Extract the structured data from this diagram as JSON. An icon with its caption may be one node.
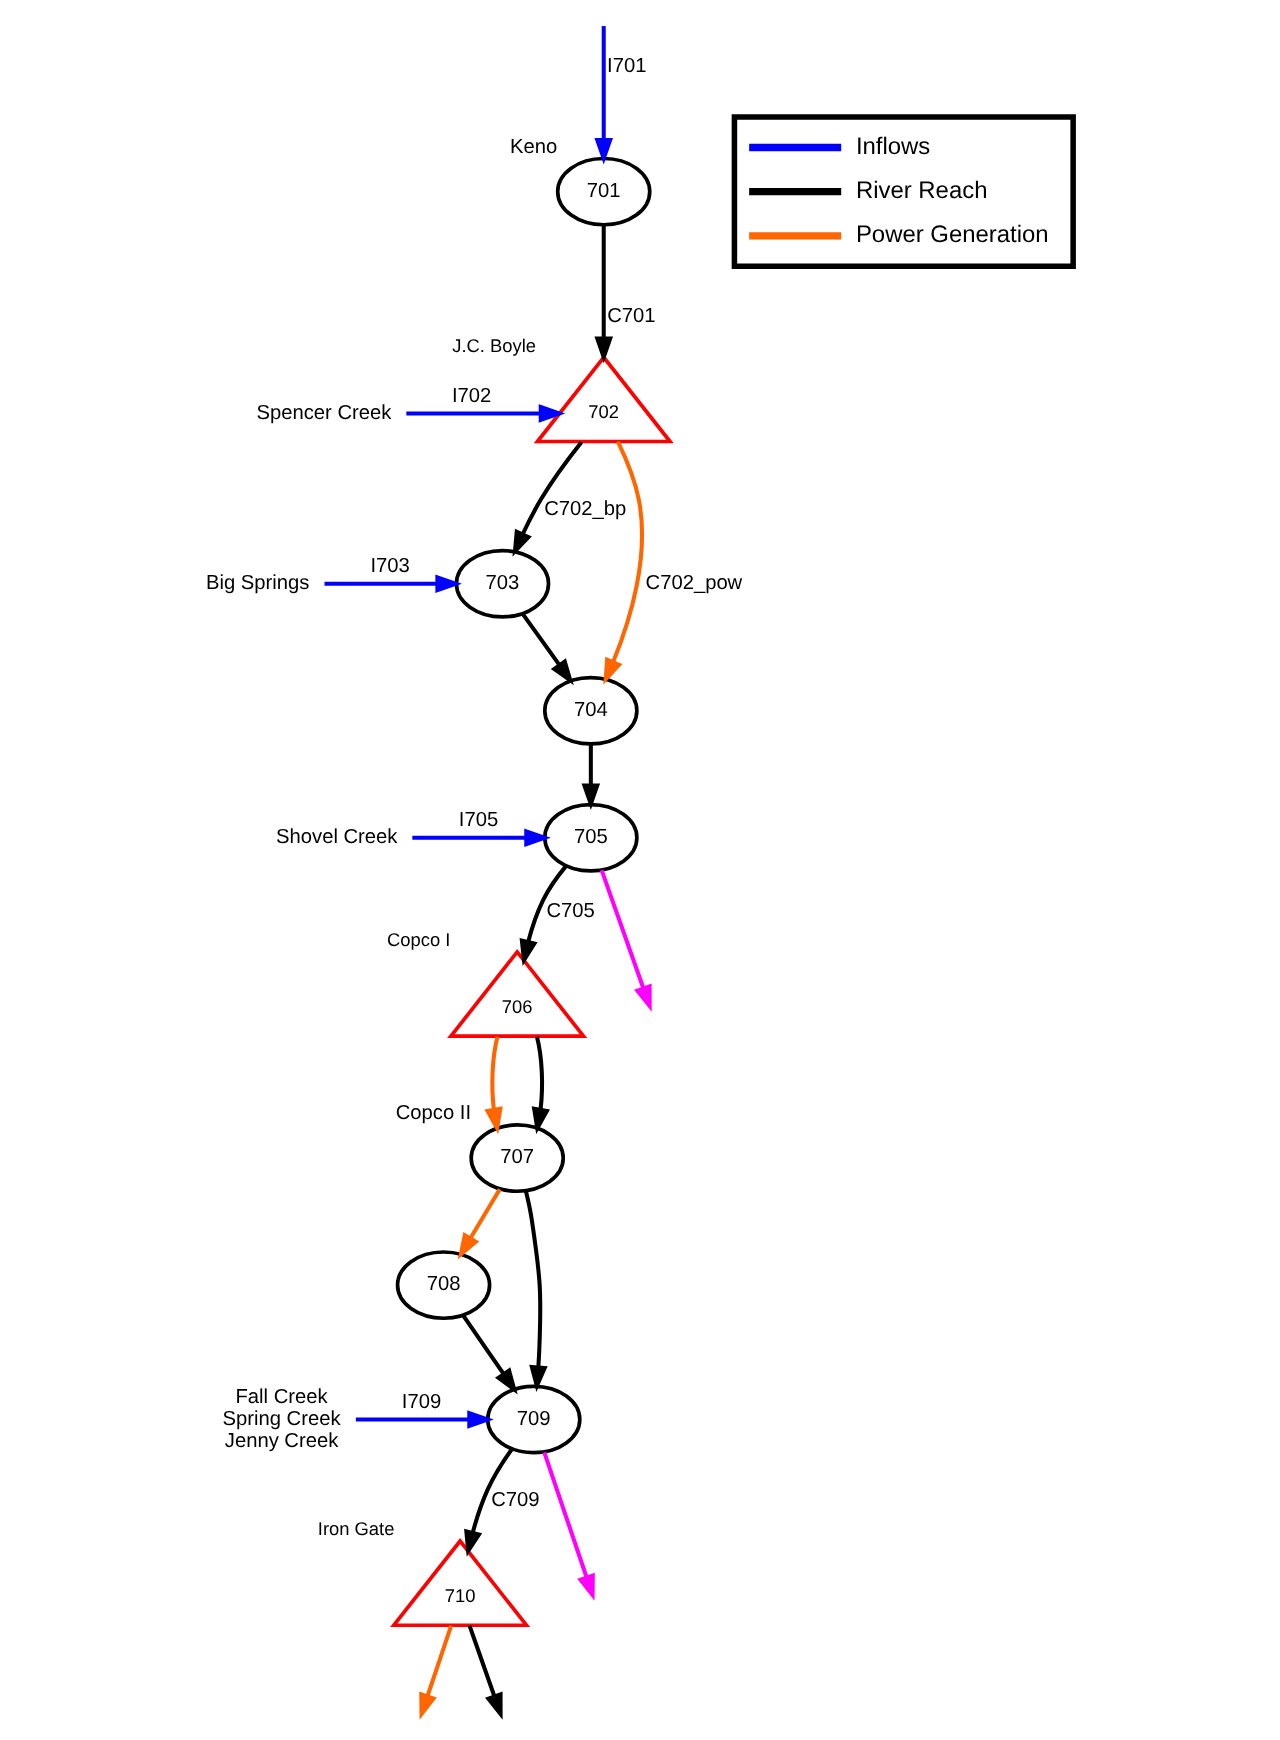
{
  "diagram": {
    "nodes": [
      {
        "text": [
          "701"
        ],
        "beside": [
          "Keno"
        ]
      },
      {
        "text": [
          "702"
        ],
        "beside": [
          "J.C. Boyle"
        ]
      },
      {
        "text": [
          "703"
        ]
      },
      {
        "text": [
          "704"
        ]
      },
      {
        "text": [
          "705"
        ]
      },
      {
        "text": [
          "706"
        ],
        "beside": [
          "Copco I"
        ]
      },
      {
        "text": [
          "707"
        ],
        "beside": [
          "Copco II"
        ]
      },
      {
        "text": [
          "708"
        ]
      },
      {
        "text": [
          "709"
        ]
      },
      {
        "text": [
          "710"
        ],
        "beside": [
          "Iron Gate"
        ]
      },
      {
        "text": [
          "Spencer Creek"
        ]
      },
      {
        "text": [
          "Big Springs"
        ]
      },
      {
        "text": [
          "Shovel Creek"
        ]
      },
      {
        "text": [
          "Fall Creek",
          "Spring Creek",
          "Jenny Creek"
        ]
      }
    ],
    "edges": [
      {
        "from": null,
        "to": 0,
        "arrow": "to",
        "label": "I701",
        "color": "#0000ff"
      },
      {
        "from": 0,
        "to": 1,
        "arrow": "to",
        "label": "C701"
      },
      {
        "from": 10,
        "to": 1,
        "arrow": "to",
        "label": "I702",
        "color": "#0000ff"
      },
      {
        "from": 1,
        "to": 3,
        "arrow": "to",
        "label": "C702_pow",
        "color": "#ff6600"
      },
      {
        "from": 1,
        "to": 2,
        "arrow": "to",
        "label": "C702_bp"
      },
      {
        "from": 11,
        "to": 2,
        "arrow": "to",
        "label": "I703",
        "color": "#0000ff"
      },
      {
        "from": 2,
        "to": 3,
        "arrow": "to"
      },
      {
        "from": 3,
        "to": 4,
        "arrow": "to"
      },
      {
        "from": 12,
        "to": 4,
        "arrow": "to",
        "label": "I705",
        "color": "#0000ff"
      },
      {
        "from": 4,
        "to": null,
        "arrow": "to",
        "color": "#ff00ff"
      },
      {
        "from": 4,
        "to": 5,
        "arrow": "to",
        "label": "C705"
      },
      {
        "from": 5,
        "to": 6,
        "arrow": "to",
        "color": "#ff6600"
      },
      {
        "from": 5,
        "to": 6,
        "arrow": "to"
      },
      {
        "from": 6,
        "to": 7,
        "arrow": "to",
        "color": "#ff6600"
      },
      {
        "from": 6,
        "to": 8,
        "arrow": "to"
      },
      {
        "from": 7,
        "to": 8,
        "arrow": "to"
      },
      {
        "from": 13,
        "to": 8,
        "arrow": "to",
        "label": "I709",
        "color": "#0000ff"
      },
      {
        "from": 8,
        "to": null,
        "arrow": "to",
        "color": "#ff00ff"
      },
      {
        "from": 8,
        "to": 9,
        "arrow": "to",
        "label": "C709"
      },
      {
        "from": 9,
        "to": null,
        "arrow": "to"
      },
      {
        "from": 9,
        "to": null,
        "arrow": "to",
        "color": "#ff6600"
      }
    ],
    "legend": [
      {
        "text": "Inflows",
        "color": "#0000ff"
      },
      {
        "text": "River Reach",
        "color": "#000000"
      },
      {
        "text": "Power Generation",
        "color": "#ff6600"
      }
    ]
  }
}
